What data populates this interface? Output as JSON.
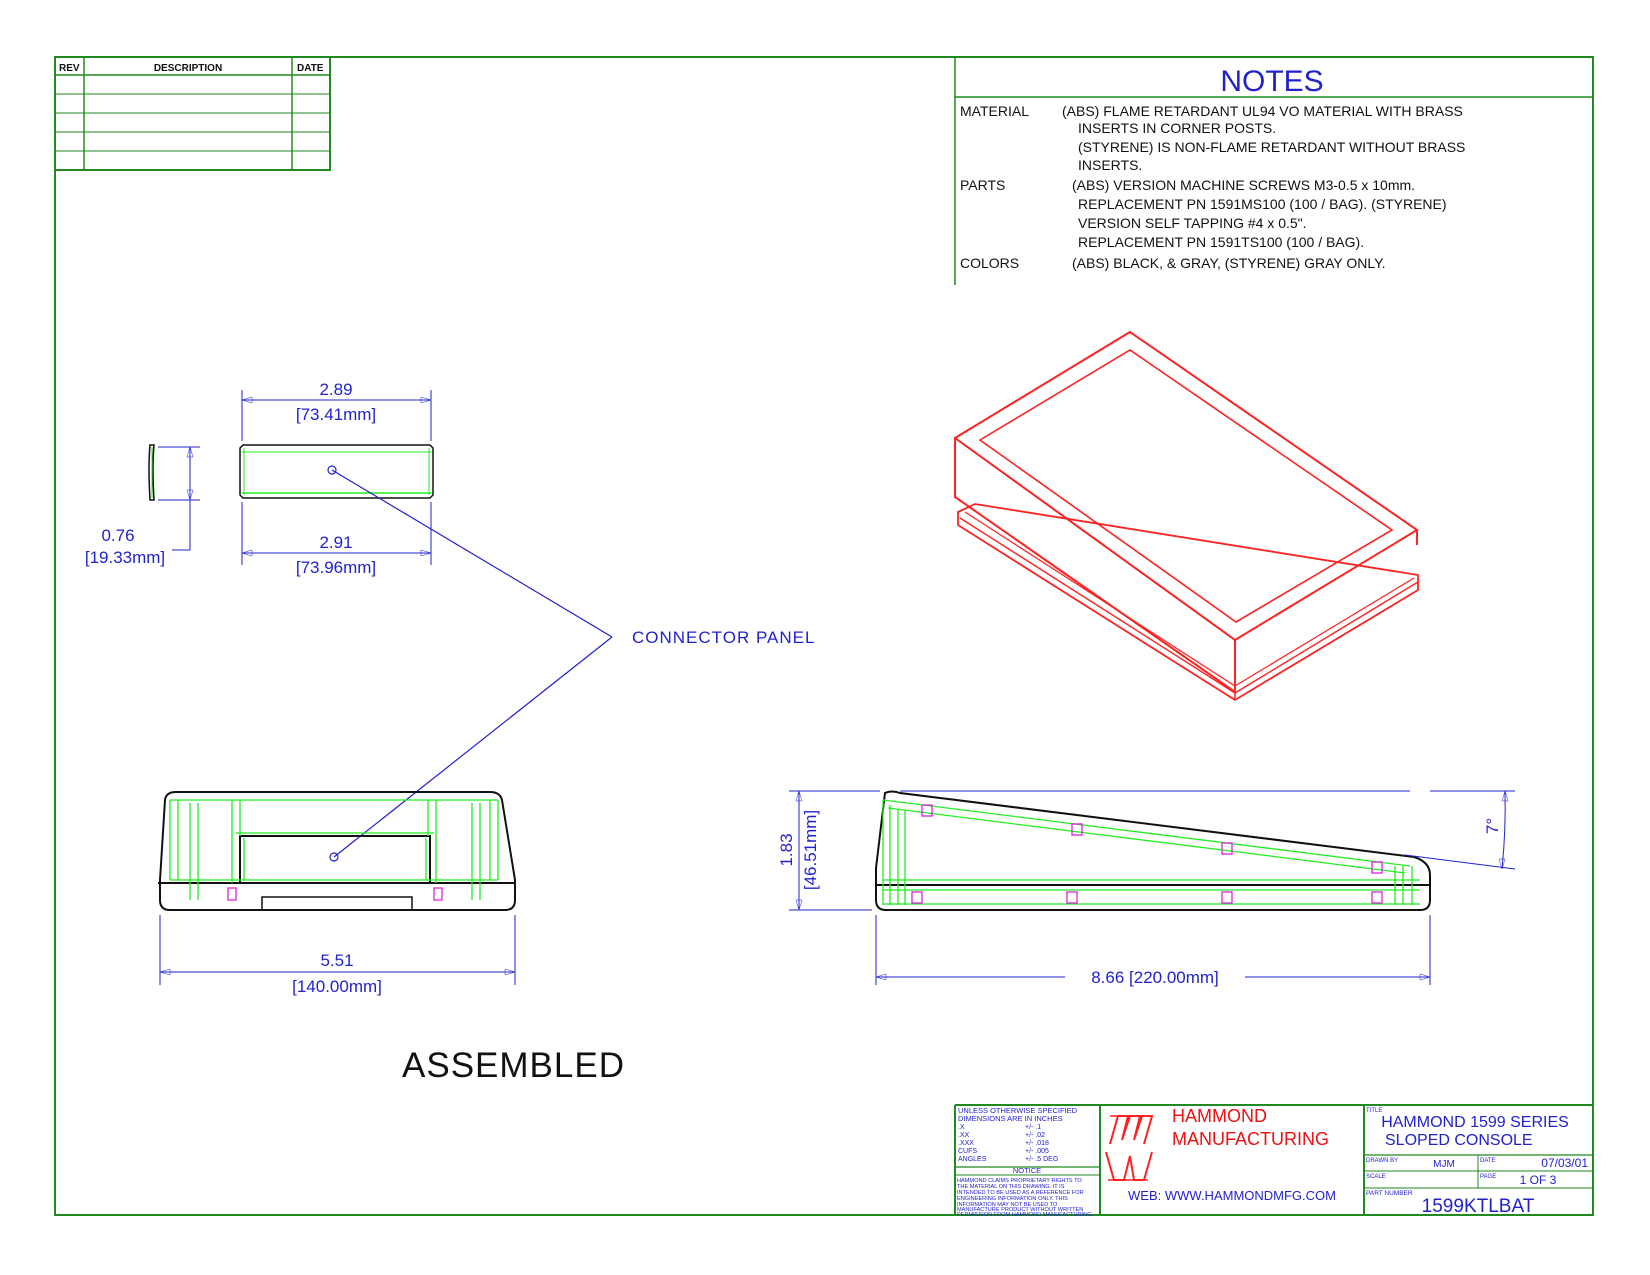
{
  "colors": {
    "frame": "#1f8a1f",
    "dimension": "#2222cc",
    "isometric": "#ff2222",
    "outline": "#111111",
    "internal": "#22ee22",
    "detail": "#dd22dd"
  },
  "revision_block": {
    "col_rev": "REV",
    "col_description": "DESCRIPTION",
    "col_date": "DATE",
    "rows": [
      "",
      "",
      "",
      "",
      ""
    ]
  },
  "notes": {
    "title": "NOTES",
    "items": [
      {
        "label": "MATERIAL",
        "lines": [
          "(ABS) FLAME RETARDANT UL94 VO MATERIAL WITH BRASS",
          "INSERTS IN CORNER POSTS.",
          "(STYRENE) IS NON-FLAME RETARDANT WITHOUT BRASS",
          "INSERTS."
        ]
      },
      {
        "label": "PARTS",
        "lines": [
          "(ABS) VERSION MACHINE SCREWS M3-0.5 x 10mm.",
          "REPLACEMENT PN 1591MS100 (100 / BAG). (STYRENE)",
          "VERSION SELF TAPPING #4 x 0.5\".",
          "REPLACEMENT PN 1591TS100 (100 / BAG)."
        ]
      },
      {
        "label": "COLORS",
        "lines": [
          "(ABS) BLACK, & GRAY, (STYRENE) GRAY ONLY."
        ]
      }
    ]
  },
  "dimensions": {
    "panel_top_width": "2.89",
    "panel_top_width_mm": "[73.41mm]",
    "panel_bottom_width": "2.91",
    "panel_bottom_width_mm": "[73.96mm]",
    "panel_depth": "0.76",
    "panel_depth_mm": "[19.33mm]",
    "front_width": "5.51",
    "front_width_mm": "[140.00mm]",
    "side_height": "1.83",
    "side_height_mm": "[46.51mm]",
    "side_length": "8.66 [220.00mm]",
    "slope_angle": "7°"
  },
  "callout": "CONNECTOR PANEL",
  "view_label": "ASSEMBLED",
  "title_block": {
    "tolerances_header": [
      "UNLESS OTHERWISE SPECIFIED",
      "DIMENSIONS ARE IN INCHES"
    ],
    "tolerances": [
      {
        "k": ".X",
        "v": "+/- .1"
      },
      {
        "k": ".XX",
        "v": "+/- .02"
      },
      {
        "k": ".XXX",
        "v": "+/- .018"
      },
      {
        "k": "CUFS",
        "v": "+/- .005"
      },
      {
        "k": "ANGLES",
        "v": "+/- .5 DEG"
      }
    ],
    "notice_title": "NOTICE",
    "notice_lines": [
      "HAMMOND CLAIMS PROPRIETARY RIGHTS TO",
      "THE MATERIAL ON THIS DRAWING. IT IS",
      "INTENDED TO BE USED AS A REFERENCE FOR",
      "ENGINEERING INFORMATION ONLY. THIS",
      "INFORMATION MAY NOT BE USED TO",
      "MANUFACTURE PRODUCT WITHOUT WRITTEN",
      "PERMISSION FROM HAMMOND MANUFACTURING."
    ],
    "company_line1": "HAMMOND",
    "company_line2": "MANUFACTURING",
    "web": "WEB: WWW.HAMMONDMFG.COM",
    "title_label": "TITLE",
    "title_line1": "HAMMOND 1599 SERIES",
    "title_line2": "SLOPED CONSOLE",
    "drawn_by_label": "DRAWN BY",
    "drawn_by": "MJM",
    "date_label": "DATE",
    "date": "07/03/01",
    "scale_label": "SCALE",
    "page_label": "PAGE",
    "page": "1 OF 3",
    "part_number_label": "PART NUMBER",
    "part_number": "1599KTLBAT"
  }
}
